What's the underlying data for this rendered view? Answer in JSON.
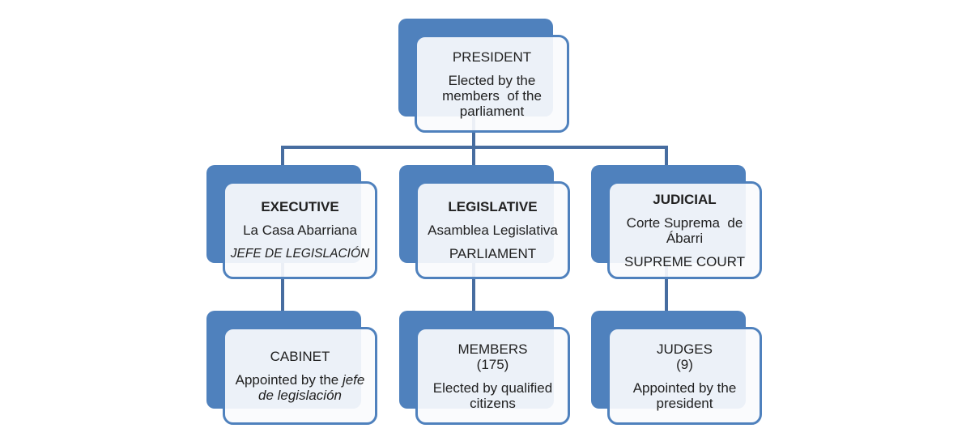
{
  "colors": {
    "accent_blue": "#4f81bd",
    "connector_blue": "#476da0",
    "card_fill": "#fafbfd",
    "text": "#212121",
    "background": "#ffffff"
  },
  "nodes": {
    "president": {
      "title": "PRESIDENT",
      "body": "Elected by the\nmembers  of the\nparliament"
    },
    "executive": {
      "title": "EXECUTIVE",
      "line1": "La Casa Abarriana",
      "line2": "JEFE DE LEGISLACIÓN"
    },
    "legislative": {
      "title": "LEGISLATIVE",
      "line1": "Asamblea Legislativa",
      "line2": "PARLIAMENT"
    },
    "judicial": {
      "title": "JUDICIAL",
      "line1": "Corte Suprema  de\nÁbarri",
      "line2": "SUPREME COURT"
    },
    "cabinet": {
      "title": "CABINET",
      "body_regular": "Appointed by the ",
      "body_italic": "jefe de legislación"
    },
    "members": {
      "title": "MEMBERS",
      "count": "(175)",
      "body": "Elected by qualified\ncitizens"
    },
    "judges": {
      "title": "JUDGES",
      "count": "(9)",
      "body": "Appointed by the\npresident"
    }
  }
}
